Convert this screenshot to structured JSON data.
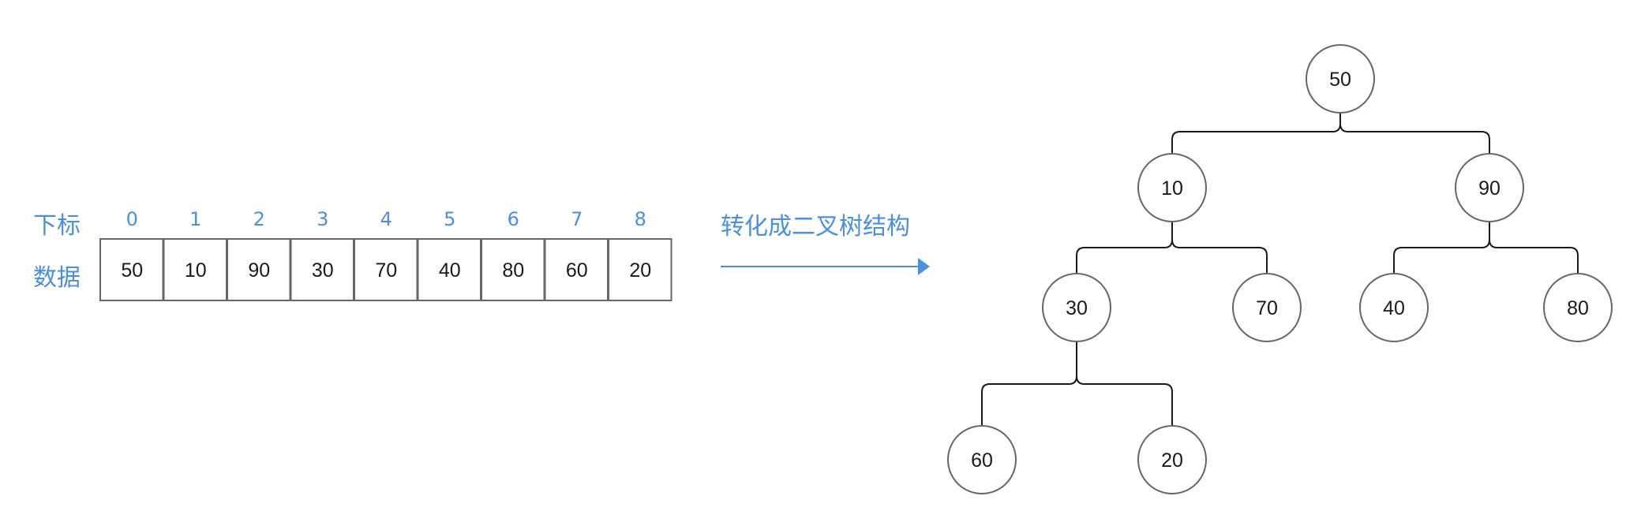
{
  "labels": {
    "index_row": "下标",
    "data_row": "数据",
    "transform": "转化成二叉树结构"
  },
  "array": {
    "indices": [
      "0",
      "1",
      "2",
      "3",
      "4",
      "5",
      "6",
      "7",
      "8"
    ],
    "values": [
      "50",
      "10",
      "90",
      "30",
      "70",
      "40",
      "80",
      "60",
      "20"
    ]
  },
  "tree": {
    "nodes": [
      {
        "id": 0,
        "value": "50"
      },
      {
        "id": 1,
        "value": "10"
      },
      {
        "id": 2,
        "value": "90"
      },
      {
        "id": 3,
        "value": "30"
      },
      {
        "id": 4,
        "value": "70"
      },
      {
        "id": 5,
        "value": "40"
      },
      {
        "id": 6,
        "value": "80"
      },
      {
        "id": 7,
        "value": "60"
      },
      {
        "id": 8,
        "value": "20"
      }
    ],
    "edges": [
      [
        0,
        1
      ],
      [
        0,
        2
      ],
      [
        1,
        3
      ],
      [
        1,
        4
      ],
      [
        2,
        5
      ],
      [
        2,
        6
      ],
      [
        3,
        7
      ],
      [
        3,
        8
      ]
    ]
  },
  "colors": {
    "accent": "#4a90e2",
    "line": "#1a1a1a",
    "cell_border": "#666666",
    "node_border": "#666666"
  }
}
